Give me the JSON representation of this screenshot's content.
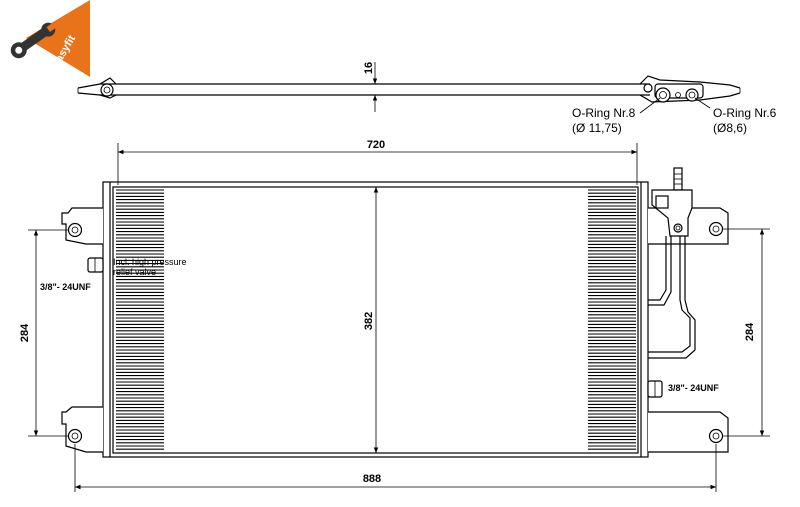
{
  "brand": {
    "logo_text": "easyfit",
    "color": "#e8731a"
  },
  "dimensions": {
    "top_thickness": "16",
    "core_width": "720",
    "core_height": "382",
    "overall_width": "888",
    "mount_spacing_left": "284",
    "mount_spacing_right": "284"
  },
  "labels": {
    "oring_8_line1": "O-Ring Nr.8",
    "oring_8_line2": "(Ø 11,75)",
    "oring_6_line1": "O-Ring Nr.6",
    "oring_6_line2": "(Ø8,6)",
    "valve_line1": "Incl. high pressure",
    "valve_line2": "relief valve",
    "thread_left": "3/8\"- 24UNF",
    "thread_right": "3/8\"- 24UNF"
  },
  "colors": {
    "line": "#000000",
    "background": "#ffffff"
  }
}
